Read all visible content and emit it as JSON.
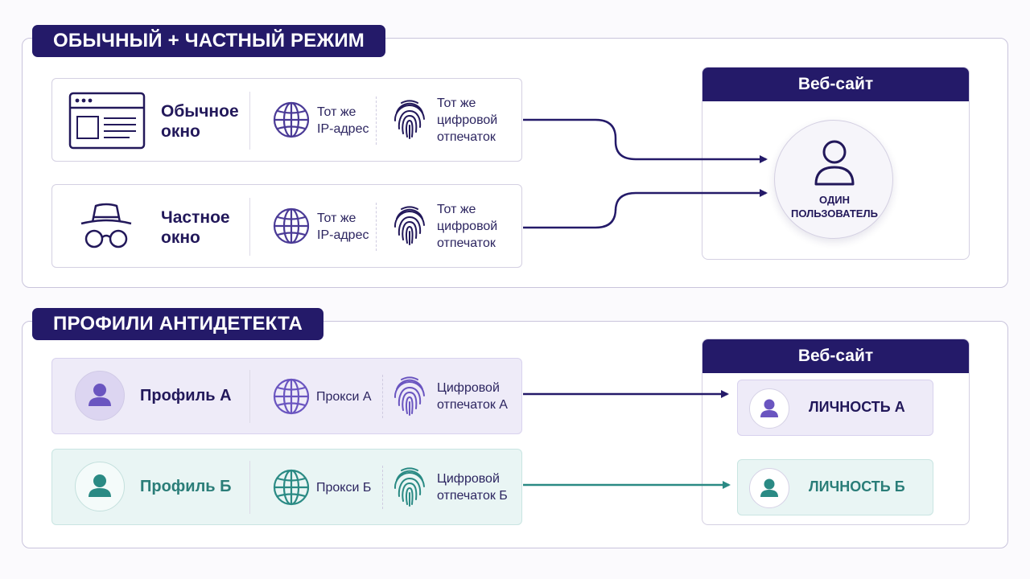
{
  "colors": {
    "navy": "#241a69",
    "violet": "#6a55c0",
    "teal": "#2a8a84",
    "violet_bg": "#eeebf8",
    "teal_bg": "#e9f5f4"
  },
  "section1": {
    "title": "ОБЫЧНЫЙ + ЧАСТНЫЙ РЕЖИМ",
    "rows": [
      {
        "icon": "browser-window-icon",
        "label_line1": "Обычное",
        "label_line2": "окно",
        "ip_line1": "Тот же",
        "ip_line2": "IP-адрес",
        "fp_line1": "Тот же",
        "fp_line2": "цифровой",
        "fp_line3": "отпечаток"
      },
      {
        "icon": "incognito-icon",
        "label_line1": "Частное",
        "label_line2": "окно",
        "ip_line1": "Тот же",
        "ip_line2": "IP-адрес",
        "fp_line1": "Тот же",
        "fp_line2": "цифровой",
        "fp_line3": "отпечаток"
      }
    ],
    "site": {
      "header": "Веб-сайт",
      "user_line1": "ОДИН",
      "user_line2": "ПОЛЬЗОВАТЕЛЬ"
    }
  },
  "section2": {
    "title": "ПРОФИЛИ АНТИДЕТЕКТА",
    "rows": [
      {
        "label": "Профиль А",
        "proxy": "Прокси А",
        "fp_line1": "Цифровой",
        "fp_line2": "отпечаток А"
      },
      {
        "label": "Профиль Б",
        "proxy": "Прокси Б",
        "fp_line1": "Цифровой",
        "fp_line2": "отпечаток Б"
      }
    ],
    "site": {
      "header": "Веб-сайт",
      "identities": [
        "ЛИЧНОСТЬ А",
        "ЛИЧНОСТЬ Б"
      ]
    }
  }
}
